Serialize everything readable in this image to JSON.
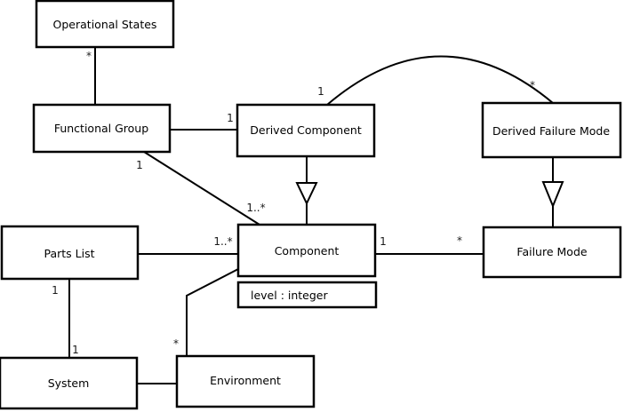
{
  "colors": {
    "background": "#ffffff",
    "line": "#000000",
    "box_fill": "#ffffff",
    "text": "#000000"
  },
  "nodes": {
    "operational_states": {
      "label": "Operational States"
    },
    "functional_group": {
      "label": "Functional Group"
    },
    "derived_component": {
      "label": "Derived Component"
    },
    "derived_failure_mode": {
      "label": "Derived Failure Mode"
    },
    "parts_list": {
      "label": "Parts List"
    },
    "component": {
      "label": "Component",
      "attribute": "level : integer"
    },
    "failure_mode": {
      "label": "Failure Mode"
    },
    "system": {
      "label": "System"
    },
    "environment": {
      "label": "Environment"
    }
  },
  "edges": {
    "os_to_fg": {
      "mult_at_os": "*"
    },
    "fg_to_dc": {
      "mult_at_dc": "1"
    },
    "fg_to_component": {
      "mult_at_fg": "1",
      "mult_at_component": "1..*"
    },
    "dc_to_dfm_arc": {
      "mult_at_dc": "1",
      "mult_at_dfm": "*"
    },
    "pl_to_component": {
      "mult_at_pl": "1",
      "mult_at_component": "1..*"
    },
    "component_to_fm": {
      "mult_at_component": "1",
      "mult_at_fm": "*"
    },
    "pl_to_system": {
      "mult_at_pl": "1",
      "mult_at_system": "1"
    },
    "component_to_env": {
      "mult_at_env": "*"
    }
  }
}
